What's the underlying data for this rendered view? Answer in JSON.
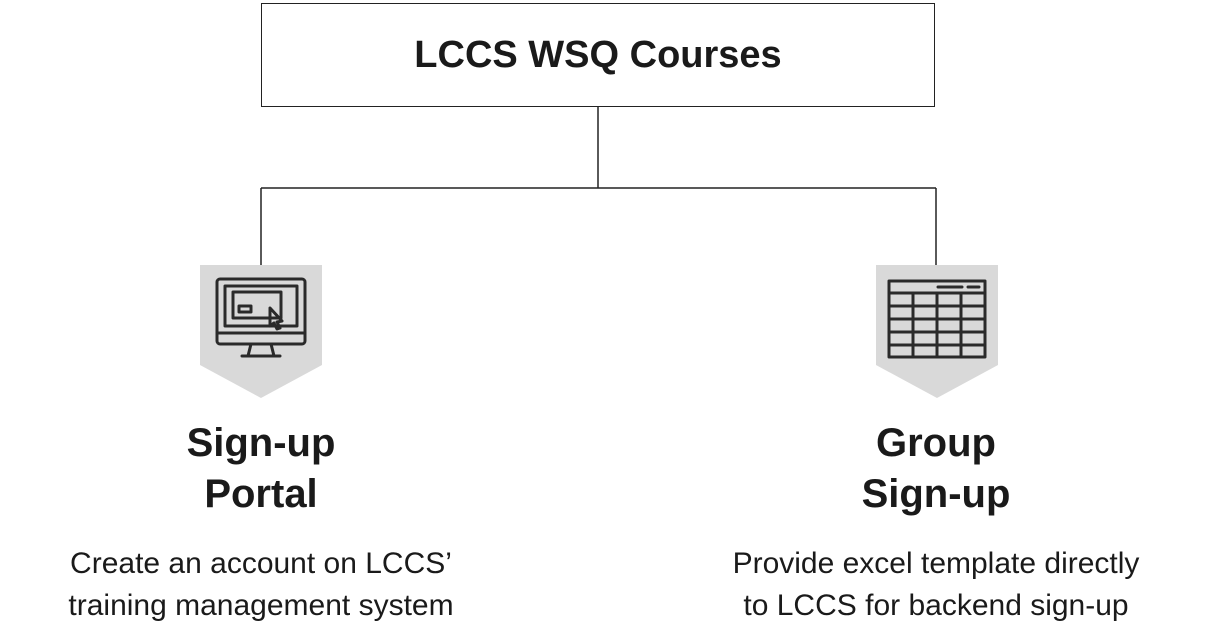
{
  "root": {
    "title": "LCCS WSQ Courses"
  },
  "branches": [
    {
      "icon": "computer-cursor-icon",
      "title_line1": "Sign-up",
      "title_line2": "Portal",
      "desc_line1": "Create an account on LCCS’",
      "desc_line2": "training management system"
    },
    {
      "icon": "spreadsheet-table-icon",
      "title_line1": "Group",
      "title_line2": "Sign-up",
      "desc_line1": "Provide excel template directly",
      "desc_line2": "to LCCS for backend sign-up"
    }
  ],
  "colors": {
    "line": "#222222",
    "badge": "#d9d9d9",
    "icon": "#2a2a2a"
  }
}
